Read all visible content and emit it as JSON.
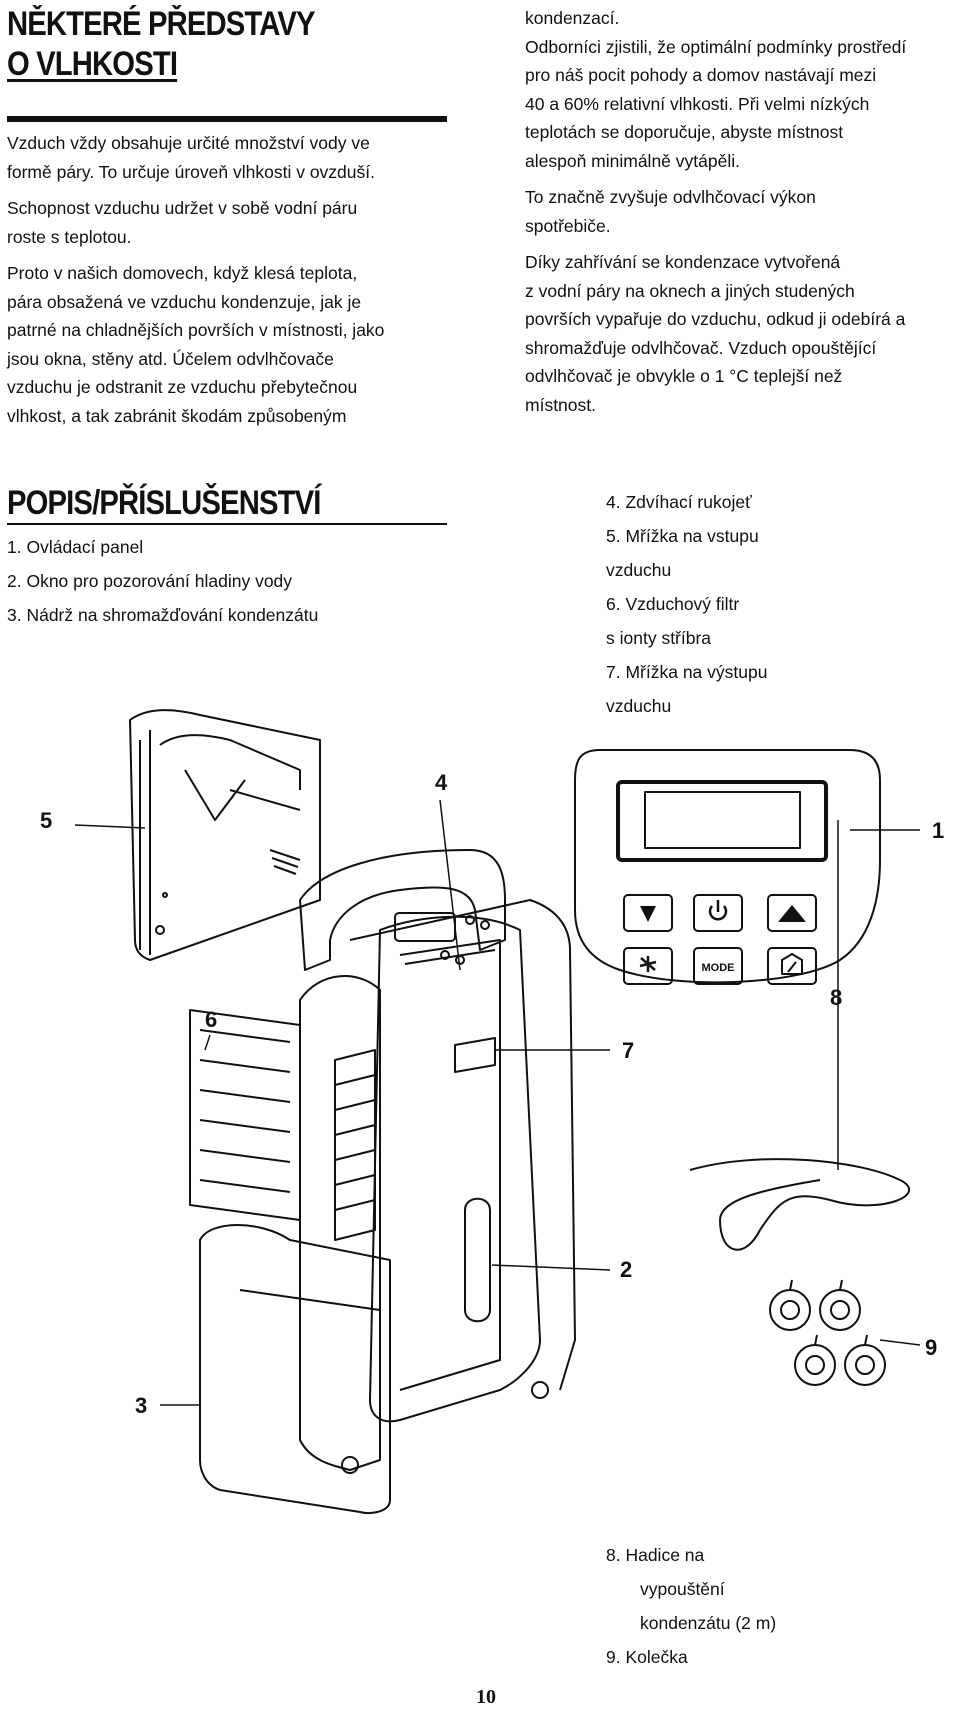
{
  "intro": {
    "title_line1": "NĚKTERÉ PŘEDSTAVY",
    "title_line2": "O VLHKOSTI",
    "left_paragraphs": [
      [
        "Vzduch vždy obsahuje určité množství vody ve",
        "formě páry. To určuje úroveň vlhkosti v ovzduší."
      ],
      [
        "Schopnost vzduchu udržet v sobě vodní páru",
        "roste s teplotou."
      ],
      [
        "Proto v našich domovech, když klesá teplota,",
        "pára obsažená ve vzduchu kondenzuje, jak je",
        "patrné na chladnějších površích v místnosti, jako",
        "jsou okna, stěny atd. Účelem odvlhčovače",
        "vzduchu je odstranit ze vzduchu přebytečnou",
        "vlhkost, a tak zabránit škodám způsobeným"
      ]
    ],
    "right_paragraphs": [
      [
        "kondenzací.",
        "Odborníci zjistili, že optimální podmínky prostředí",
        "pro náš pocit pohody a domov nastávají mezi",
        "40 a 60% relativní vlhkosti. Při velmi nízkých",
        "teplotách se doporučuje, abyste místnost",
        "alespoň minimálně vytápěli."
      ],
      [
        "To značně zvyšuje odvlhčovací výkon",
        "spotřebiče."
      ],
      [
        "Díky zahřívání se kondenzace vytvořená",
        "z vodní páry na oknech a jiných studených",
        "površích vypařuje do vzduchu, odkud ji odebírá a",
        "shromažďuje odvlhčovač. Vzduch opouštějící",
        "odvlhčovač je obvykle o 1 °C teplejší než",
        "místnost."
      ]
    ]
  },
  "parts": {
    "title": "POPIS/PŘÍSLUŠENSTVÍ",
    "left_items": [
      [
        "1. Ovládací panel"
      ],
      [
        "2. Okno pro pozorování hladiny vody"
      ],
      [
        "3. Nádrž na shromažďování kondenzátu"
      ]
    ],
    "right_items": [
      [
        "4. Zdvíhací rukojeť"
      ],
      [
        "5. Mřížka na vstupu",
        "vzduchu"
      ],
      [
        "6. Vzduchový filtr",
        "s ionty stříbra"
      ],
      [
        "7. Mřížka na výstupu",
        "vzduchu"
      ]
    ],
    "bottom_items": [
      [
        "8. Hadice na",
        "vypouštění",
        "kondenzátu (2 m)"
      ],
      [
        "9. Kolečka"
      ]
    ]
  },
  "diagram": {
    "callouts": [
      "1",
      "2",
      "3",
      "4",
      "5",
      "6",
      "7",
      "8",
      "9"
    ],
    "mode_button_label": "MODE",
    "icons": [
      "fan-speed-down-icon",
      "power-icon",
      "warning-icon",
      "fan-icon",
      "mode-icon",
      "humidity-icon"
    ]
  },
  "page_number": "10"
}
